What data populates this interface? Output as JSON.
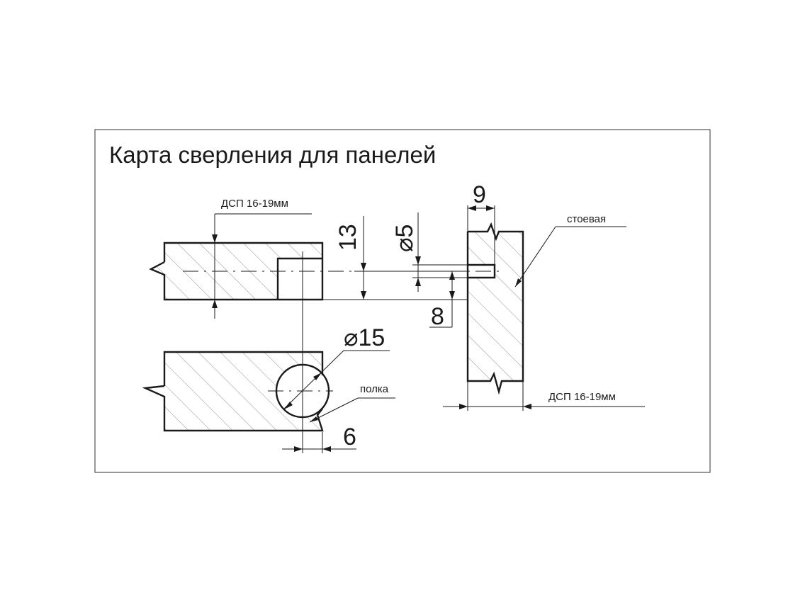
{
  "title": "Карта сверления для панелей",
  "labels": {
    "top_panel_thickness": "ДСП 16-19мм",
    "side_panel_thickness": "ДСП 16-19мм",
    "side_panel": "стоевая",
    "shelf": "полка"
  },
  "dimensions": {
    "dim_13": "13",
    "dim_d5": "⌀5",
    "dim_8": "8",
    "dim_9": "9",
    "dim_d15": "⌀15",
    "dim_6": "6"
  }
}
